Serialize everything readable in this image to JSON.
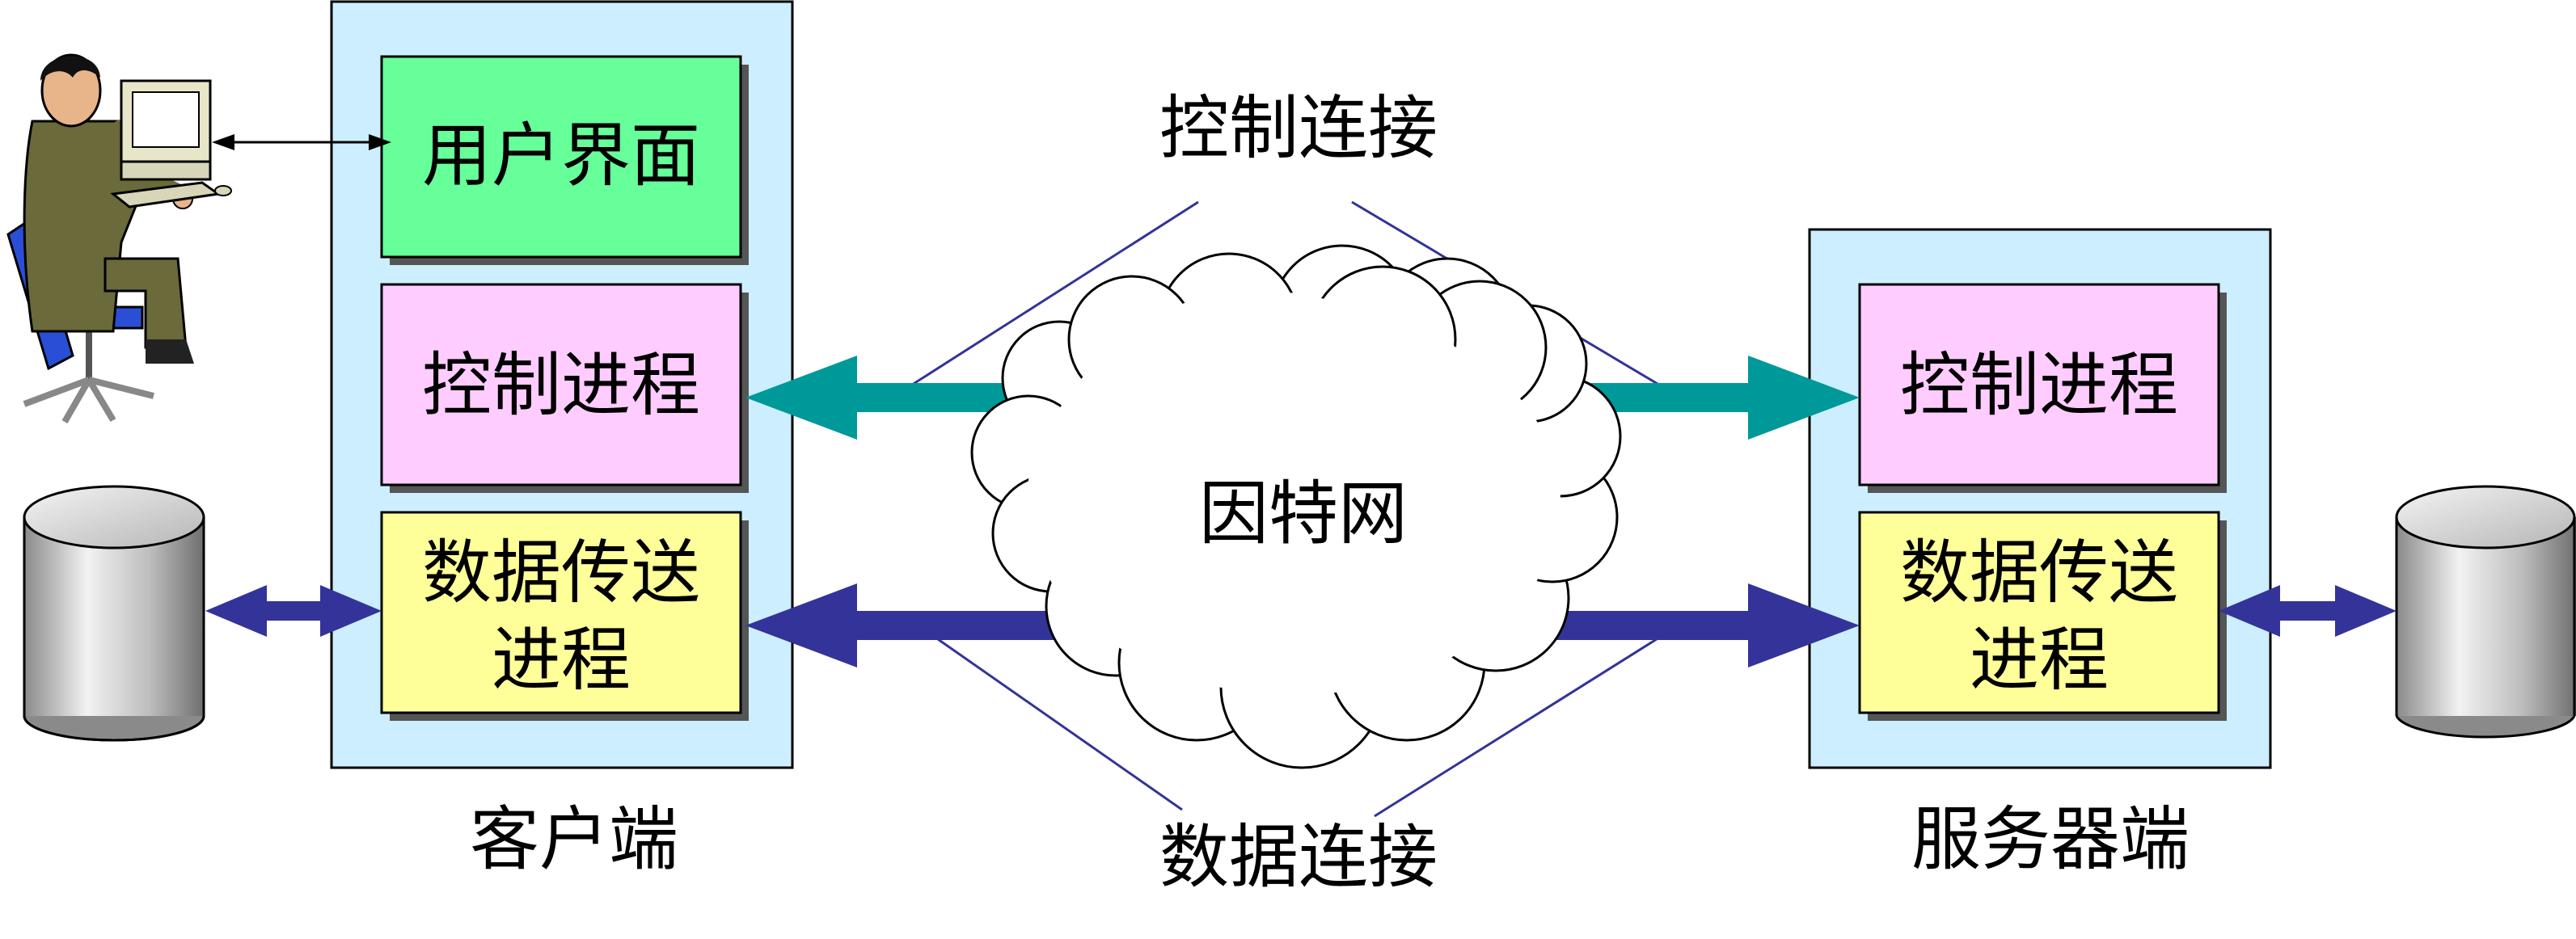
{
  "client": {
    "caption": "客户端",
    "ui_label": "用户界面",
    "control_label": "控制进程",
    "data_line1": "数据传送",
    "data_line2": "进程"
  },
  "server": {
    "caption": "服务器端",
    "control_label": "控制进程",
    "data_line1": "数据传送",
    "data_line2": "进程"
  },
  "network": {
    "label": "因特网",
    "control_connection": "控制连接",
    "data_connection": "数据连接"
  },
  "colors": {
    "host_panel": "#cdeefe",
    "ui_box": "#66ff99",
    "control_box": "#ffccff",
    "data_box": "#ffff99",
    "control_arrow": "#009999",
    "data_arrow": "#333399"
  }
}
